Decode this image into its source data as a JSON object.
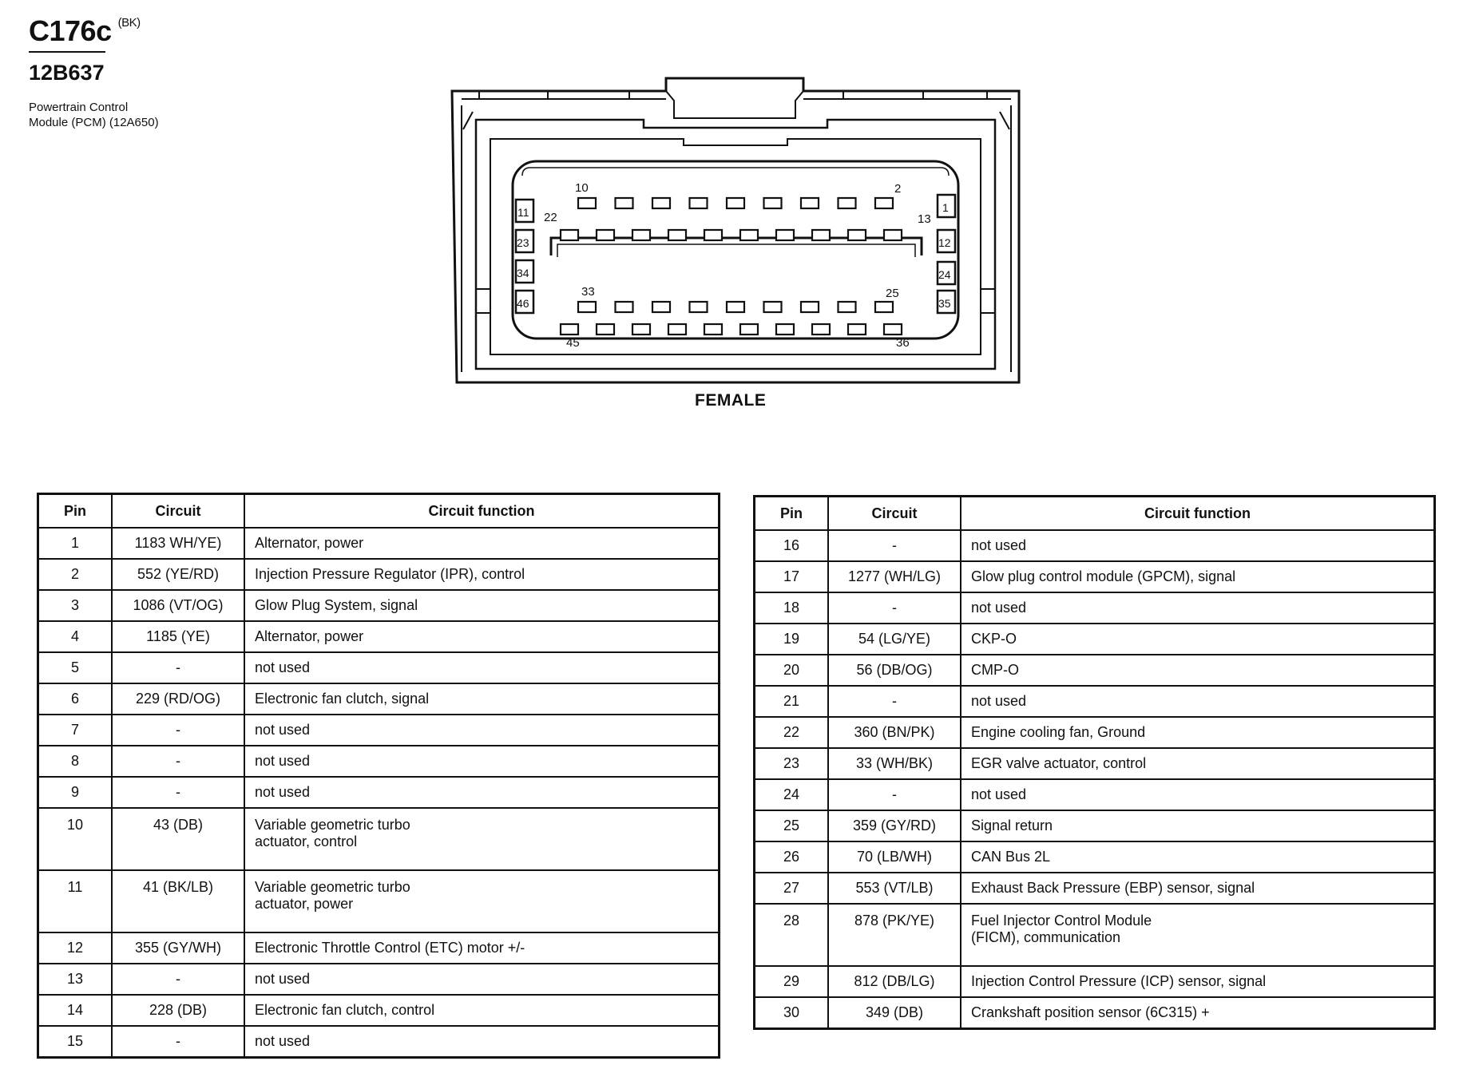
{
  "header": {
    "connector_id": "C176c",
    "color_code": "(BK)",
    "part_number": "12B637",
    "description_line1": "Powertrain Control",
    "description_line2": "Module (PCM) (12A650)"
  },
  "diagram": {
    "gender_label": "FEMALE",
    "pin_labels": {
      "p10": "10",
      "p2": "2",
      "p22": "22",
      "p13": "13",
      "p33": "33",
      "p25": "25",
      "p45": "45",
      "p36": "36",
      "p11": "11",
      "p23": "23",
      "p34": "34",
      "p46": "46",
      "p1": "1",
      "p12": "12",
      "p24": "24",
      "p35": "35"
    }
  },
  "table_headers": {
    "pin": "Pin",
    "circuit": "Circuit",
    "function": "Circuit function"
  },
  "left_table": [
    {
      "pin": "1",
      "circuit": "1183 WH/YE)",
      "function": "Alternator, power"
    },
    {
      "pin": "2",
      "circuit": "552 (YE/RD)",
      "function": "Injection Pressure Regulator (IPR), control"
    },
    {
      "pin": "3",
      "circuit": "1086 (VT/OG)",
      "function": "Glow Plug System, signal"
    },
    {
      "pin": "4",
      "circuit": "1185 (YE)",
      "function": "Alternator, power"
    },
    {
      "pin": "5",
      "circuit": "-",
      "function": "not used"
    },
    {
      "pin": "6",
      "circuit": "229 (RD/OG)",
      "function": "Electronic fan clutch, signal"
    },
    {
      "pin": "7",
      "circuit": "-",
      "function": "not used"
    },
    {
      "pin": "8",
      "circuit": "-",
      "function": "not used"
    },
    {
      "pin": "9",
      "circuit": "-",
      "function": "not used"
    },
    {
      "pin": "10",
      "circuit": "43 (DB)",
      "function": "Variable geometric turbo",
      "function2": "actuator, control"
    },
    {
      "pin": "11",
      "circuit": "41 (BK/LB)",
      "function": "Variable geometric turbo",
      "function2": "actuator, power"
    },
    {
      "pin": "12",
      "circuit": "355 (GY/WH)",
      "function": "Electronic Throttle Control (ETC) motor +/-"
    },
    {
      "pin": "13",
      "circuit": "-",
      "function": "not used"
    },
    {
      "pin": "14",
      "circuit": "228 (DB)",
      "function": "Electronic fan clutch, control"
    },
    {
      "pin": "15",
      "circuit": "-",
      "function": "not used"
    }
  ],
  "right_table": [
    {
      "pin": "16",
      "circuit": "-",
      "function": "not used"
    },
    {
      "pin": "17",
      "circuit": "1277 (WH/LG)",
      "function": "Glow plug control module (GPCM), signal"
    },
    {
      "pin": "18",
      "circuit": "-",
      "function": "not used"
    },
    {
      "pin": "19",
      "circuit": "54 (LG/YE)",
      "function": "CKP-O"
    },
    {
      "pin": "20",
      "circuit": "56 (DB/OG)",
      "function": "CMP-O"
    },
    {
      "pin": "21",
      "circuit": "-",
      "function": "not used"
    },
    {
      "pin": "22",
      "circuit": "360 (BN/PK)",
      "function": "Engine cooling fan, Ground"
    },
    {
      "pin": "23",
      "circuit": "33 (WH/BK)",
      "function": "EGR valve actuator, control"
    },
    {
      "pin": "24",
      "circuit": "-",
      "function": "not used"
    },
    {
      "pin": "25",
      "circuit": "359 (GY/RD)",
      "function": "Signal return"
    },
    {
      "pin": "26",
      "circuit": "70 (LB/WH)",
      "function": "CAN Bus 2L"
    },
    {
      "pin": "27",
      "circuit": "553 (VT/LB)",
      "function": "Exhaust Back Pressure (EBP) sensor, signal"
    },
    {
      "pin": "28",
      "circuit": "878 (PK/YE)",
      "function": "Fuel Injector Control Module",
      "function2": "(FICM), communication"
    },
    {
      "pin": "29",
      "circuit": "812 (DB/LG)",
      "function": "Injection Control Pressure (ICP) sensor, signal"
    },
    {
      "pin": "30",
      "circuit": "349 (DB)",
      "function": "Crankshaft position sensor (6C315) +"
    }
  ]
}
